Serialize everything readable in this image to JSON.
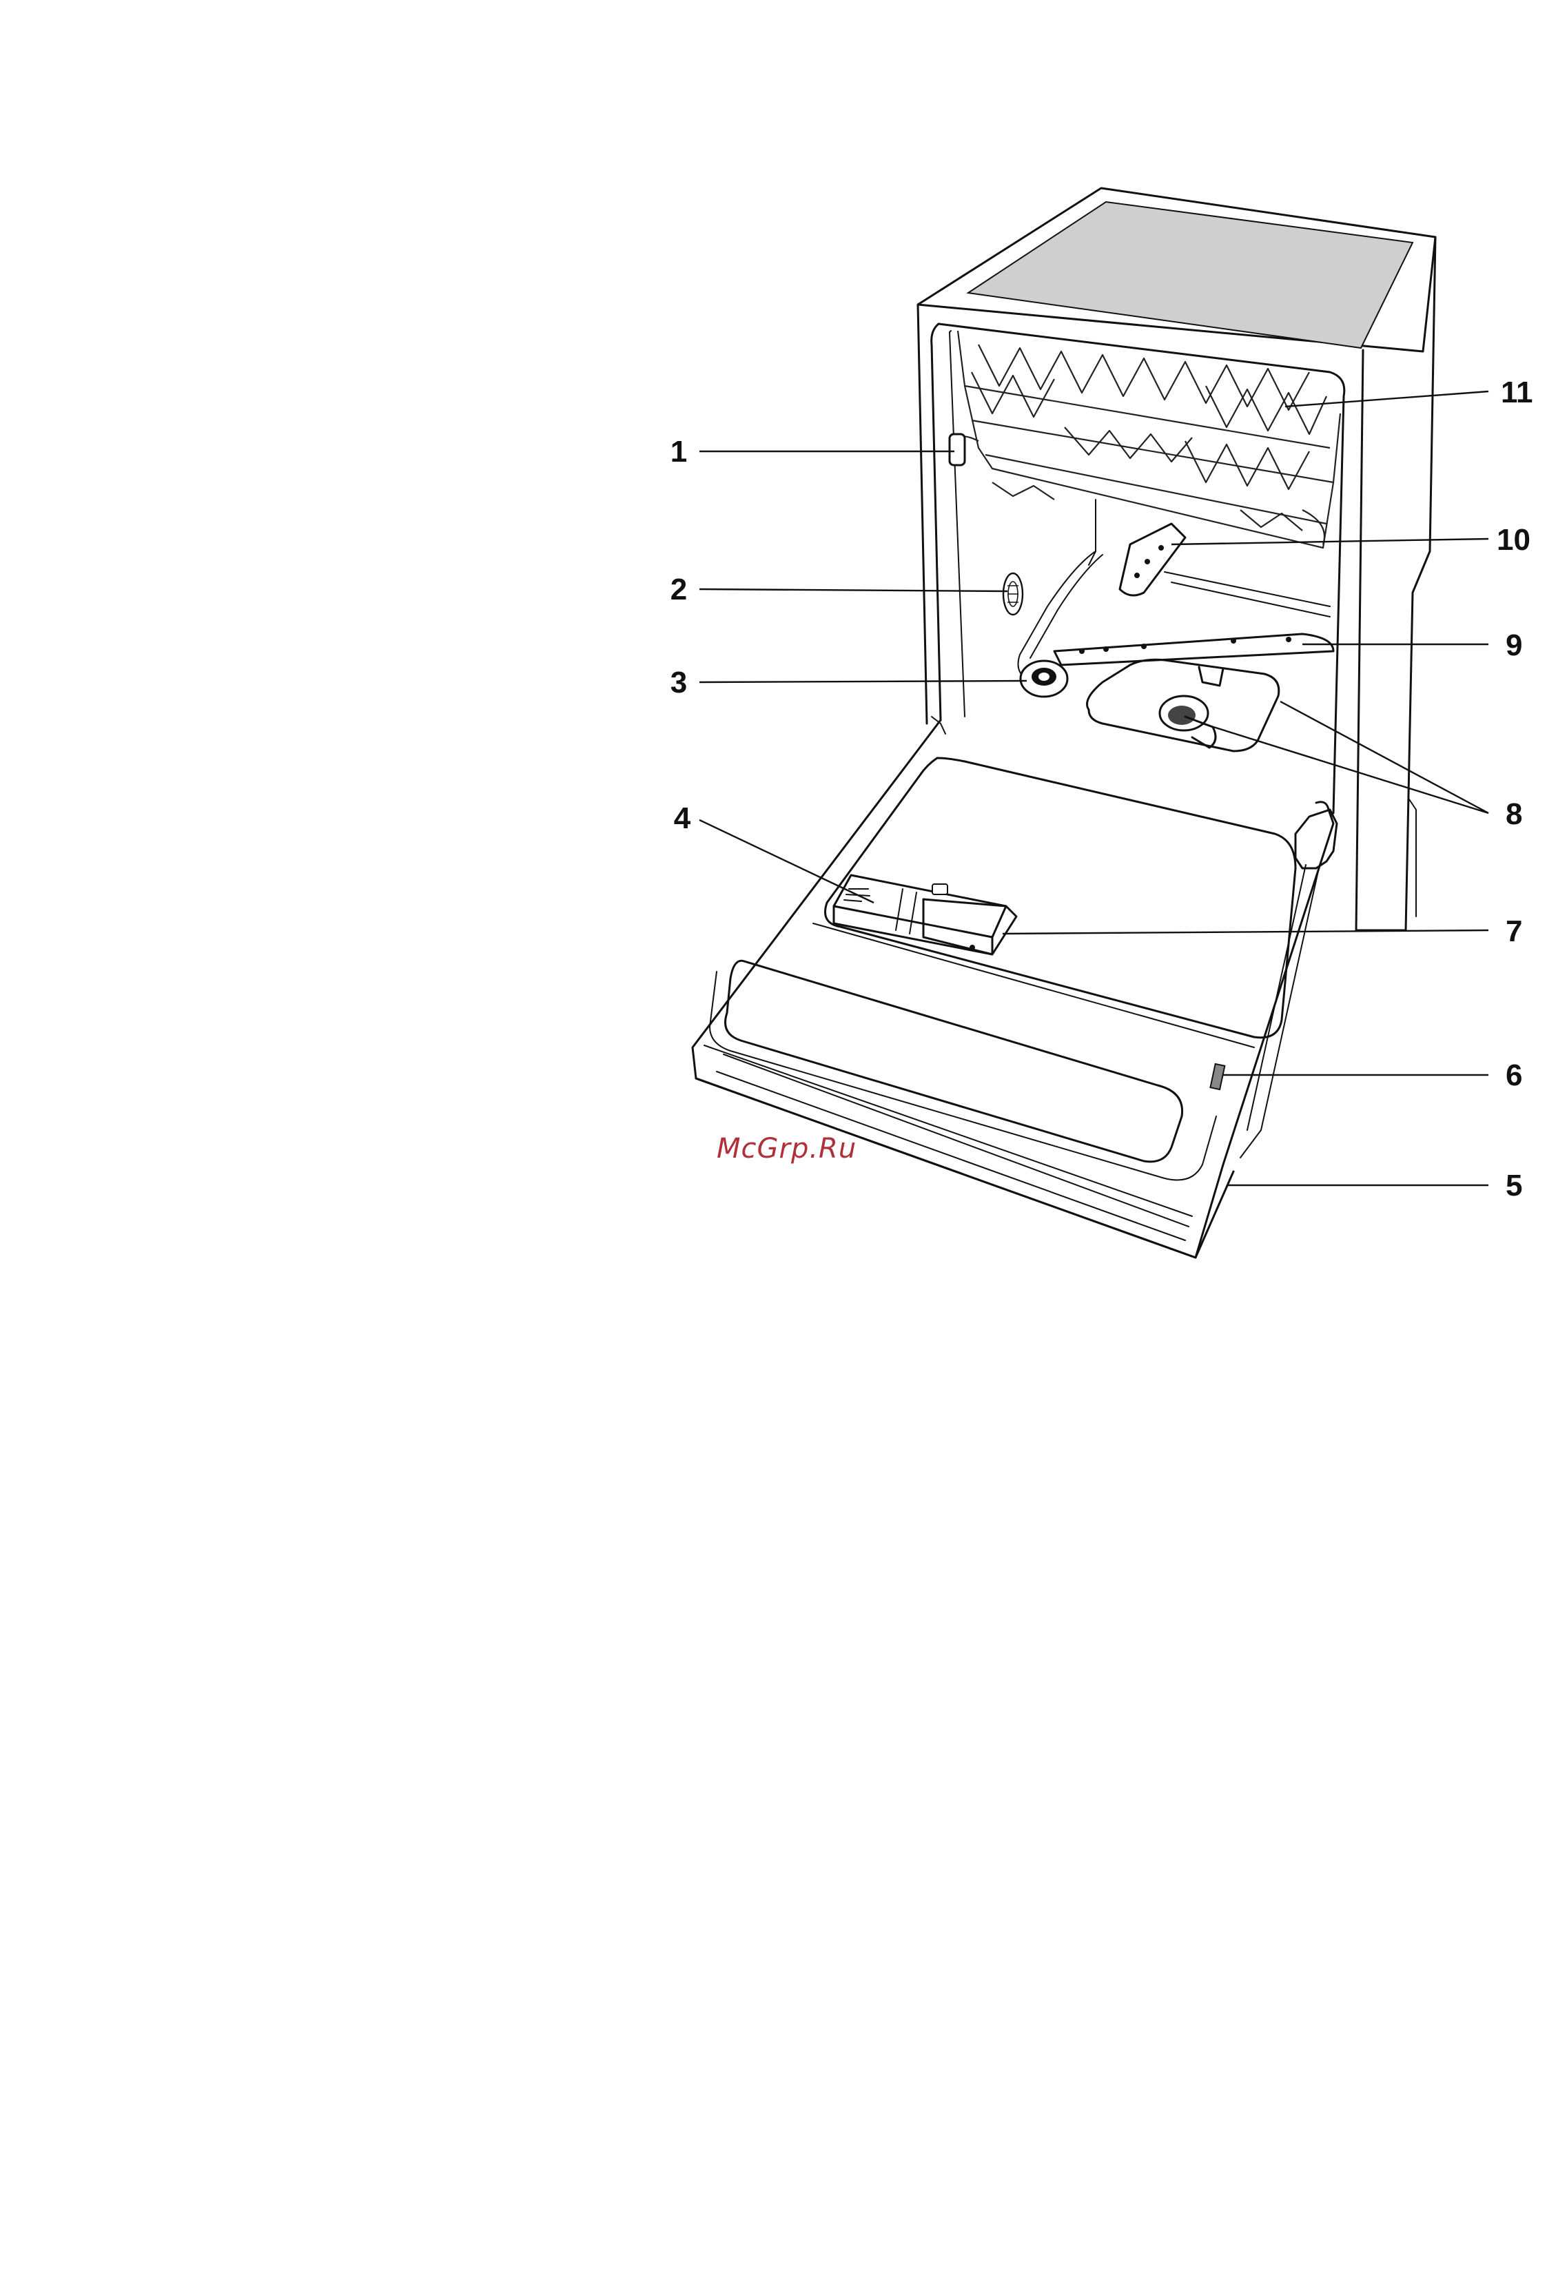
{
  "callouts": [
    {
      "id": "c1",
      "label": "1"
    },
    {
      "id": "c2",
      "label": "2"
    },
    {
      "id": "c3",
      "label": "3"
    },
    {
      "id": "c4",
      "label": "4"
    },
    {
      "id": "c5",
      "label": "5"
    },
    {
      "id": "c6",
      "label": "6"
    },
    {
      "id": "c7",
      "label": "7"
    },
    {
      "id": "c8",
      "label": "8"
    },
    {
      "id": "c9",
      "label": "9"
    },
    {
      "id": "c10",
      "label": "10"
    },
    {
      "id": "c11",
      "label": "11"
    }
  ],
  "watermark": "McGrp.Ru",
  "colors": {
    "line": "#111111",
    "top_panel": "#cfcfcf",
    "watermark": "#b0303a",
    "background": "#ffffff"
  }
}
